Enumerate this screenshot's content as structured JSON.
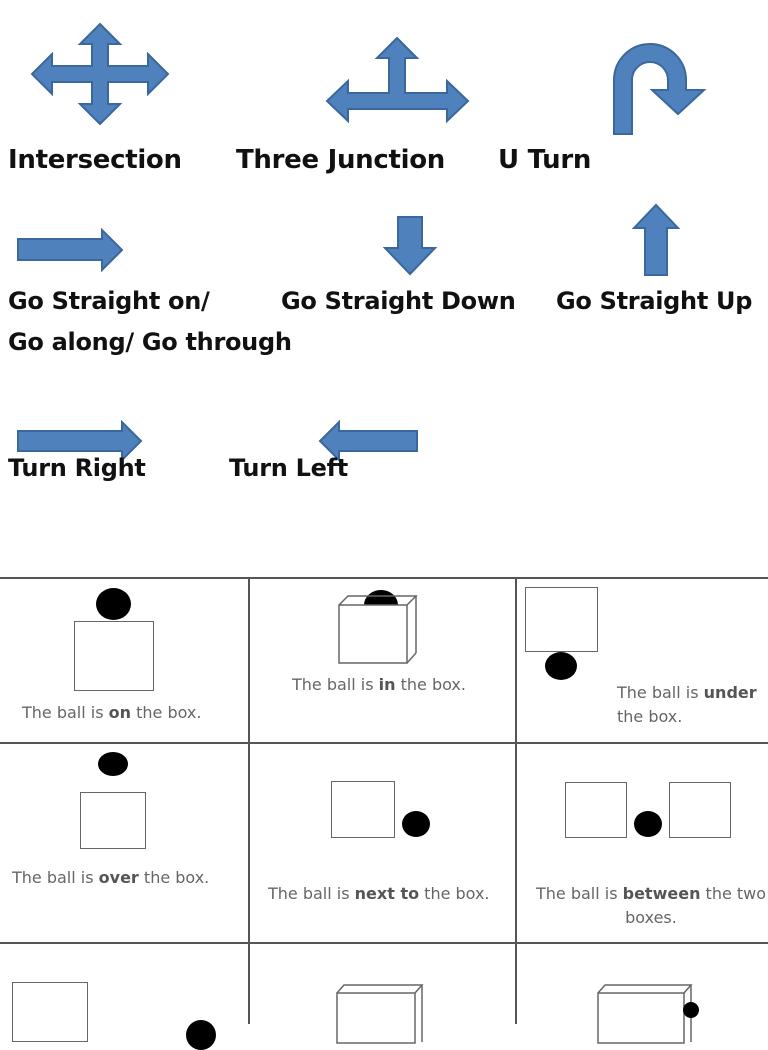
{
  "directions": {
    "intersection": "Intersection",
    "three_junction": "Three Junction",
    "u_turn": "U Turn",
    "go_straight_on_line1": "Go Straight on/",
    "go_straight_on_line2": "Go along/ Go through",
    "go_straight_down": "Go Straight Down",
    "go_straight_up": "Go Straight Up",
    "turn_right": "Turn Right",
    "turn_left": "Turn Left"
  },
  "prepositions": [
    {
      "pre": "The ball is ",
      "word": "on",
      "post": " the box."
    },
    {
      "pre": "The ball is ",
      "word": "in",
      "post": " the box."
    },
    {
      "pre": "The ball is ",
      "word": "under",
      "post": " the box."
    },
    {
      "pre": "The ball is ",
      "word": "over",
      "post": " the box."
    },
    {
      "pre": "The ball is ",
      "word": "next to",
      "post": " the box."
    },
    {
      "pre": "The ball is ",
      "word": "between",
      "post": " the two boxes."
    }
  ],
  "colors": {
    "arrow": "#4f81bd",
    "arrow_outline": "#3a679c",
    "caption": "#666666"
  }
}
